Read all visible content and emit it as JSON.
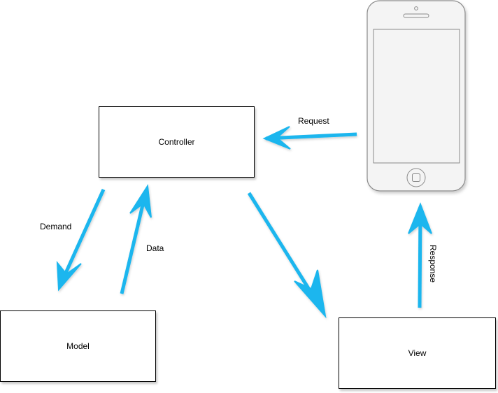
{
  "nodes": {
    "controller": "Controller",
    "model": "Model",
    "view": "View"
  },
  "edges": {
    "request": "Request",
    "demand": "Demand",
    "data": "Data",
    "response": "Response"
  },
  "colors": {
    "arrow": "#1ab6ee",
    "box_border": "#000000",
    "phone_border": "#8a8a8a",
    "phone_fill": "#f4f4f4",
    "text": "#000000"
  },
  "icons": {
    "phone": "smartphone-icon"
  }
}
